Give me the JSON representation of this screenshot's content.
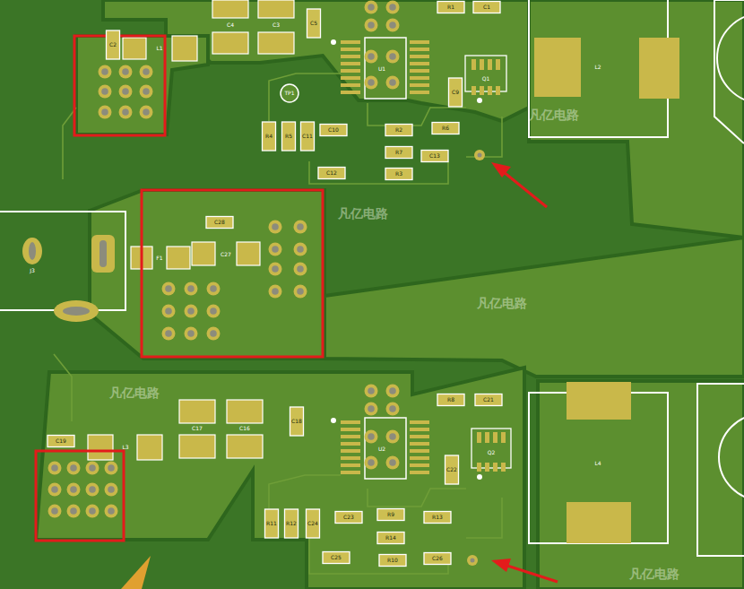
{
  "diagram": {
    "labels": [
      "C2",
      "L1",
      "C4",
      "C3",
      "C5",
      "R1",
      "C1",
      "U1",
      "L2",
      "TP1",
      "C9",
      "Q1",
      "R4",
      "R5",
      "C11",
      "C10",
      "R2",
      "R6",
      "R7",
      "C13",
      "C12",
      "R3",
      "J3",
      "F1",
      "C28",
      "C27",
      "C19",
      "L3",
      "C17",
      "C16",
      "C18",
      "U2",
      "R8",
      "C21",
      "L4",
      "Q2",
      "C22",
      "R11",
      "R12",
      "C24",
      "C23",
      "R9",
      "R13",
      "R14",
      "C25",
      "R10",
      "C26",
      "凡亿电路",
      "凡亿电路",
      "凡亿电路",
      "凡亿电路",
      "凡亿电路"
    ]
  }
}
